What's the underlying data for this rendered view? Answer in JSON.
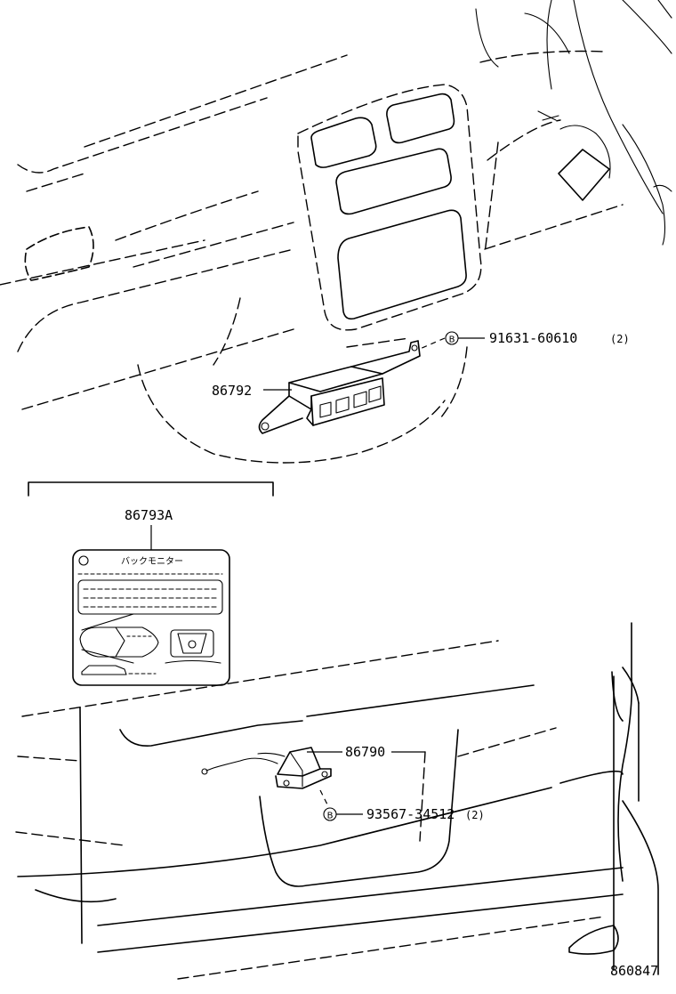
{
  "parts": {
    "ecu": {
      "callout": "86792"
    },
    "bolt_upper": {
      "symbol": "B",
      "callout": "91631-60610",
      "qty": "(2)"
    },
    "label_group": {
      "callout": "86793A",
      "label_text": "バックモニター"
    },
    "camera": {
      "callout": "86790"
    },
    "bolt_lower": {
      "symbol": "B",
      "callout": "93567-34512",
      "qty": "(2)"
    }
  },
  "figure_number": "860847"
}
